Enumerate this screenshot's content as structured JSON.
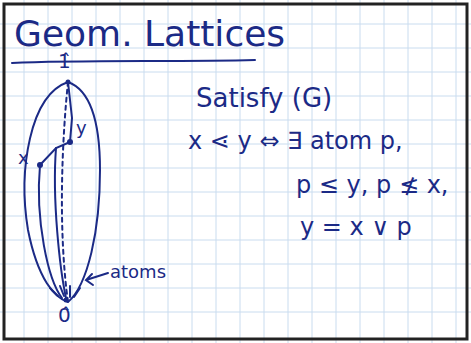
{
  "diagram": {
    "title": "Geom. Lattices",
    "labels": [
      "1̂",
      "x",
      "y",
      "atoms",
      "0̂",
      "Satisfy (G)",
      "x ⋖ y ⇔ ∃ atom p,",
      "p ≤ y, p ≰ x,",
      "y = x ∨ p"
    ]
  }
}
